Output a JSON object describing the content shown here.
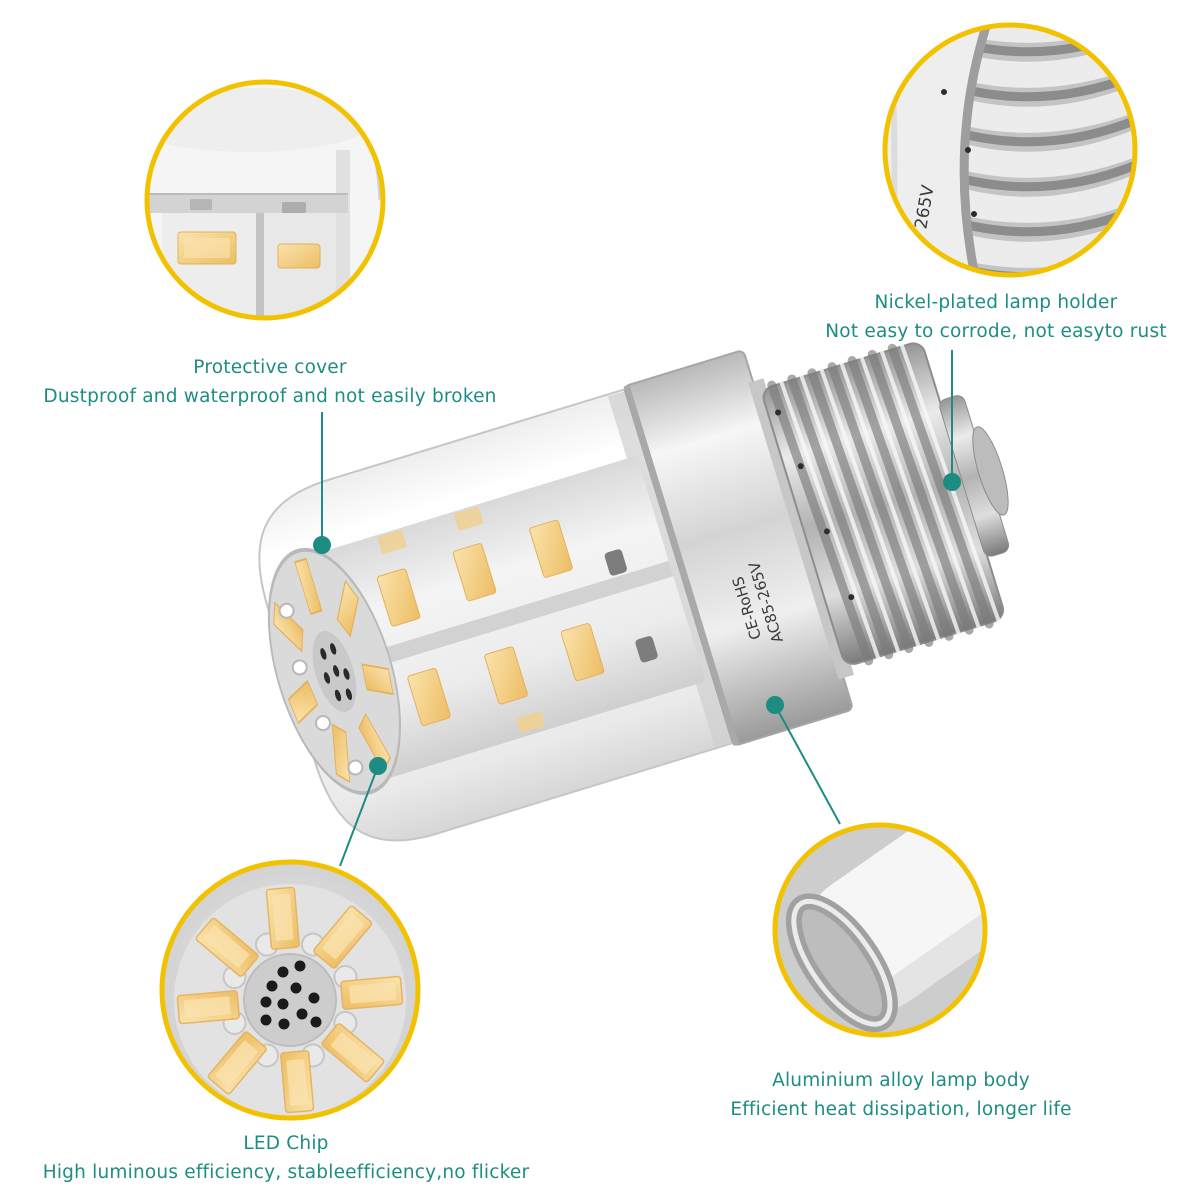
{
  "callouts": [
    {
      "title": "Protective cover",
      "description": "Dustproof and waterproof and not easily broken"
    },
    {
      "title": "Nickel-plated lamp holder",
      "description": "Not easy to corrode, not easyto rust"
    },
    {
      "title": "LED Chip",
      "description": "High luminous efficiency, stableefficiency,no flicker"
    },
    {
      "title": "Aluminium alloy lamp body",
      "description": "Efficient heat dissipation, longer life"
    }
  ],
  "bulb_markings": [
    "CE-RoHS",
    "AC85-265V"
  ],
  "inset_marking": "265V",
  "colors": {
    "label_teal": "#1d8d84",
    "ring_yellow": "#f2c200",
    "led_chip": "#f4c873"
  }
}
